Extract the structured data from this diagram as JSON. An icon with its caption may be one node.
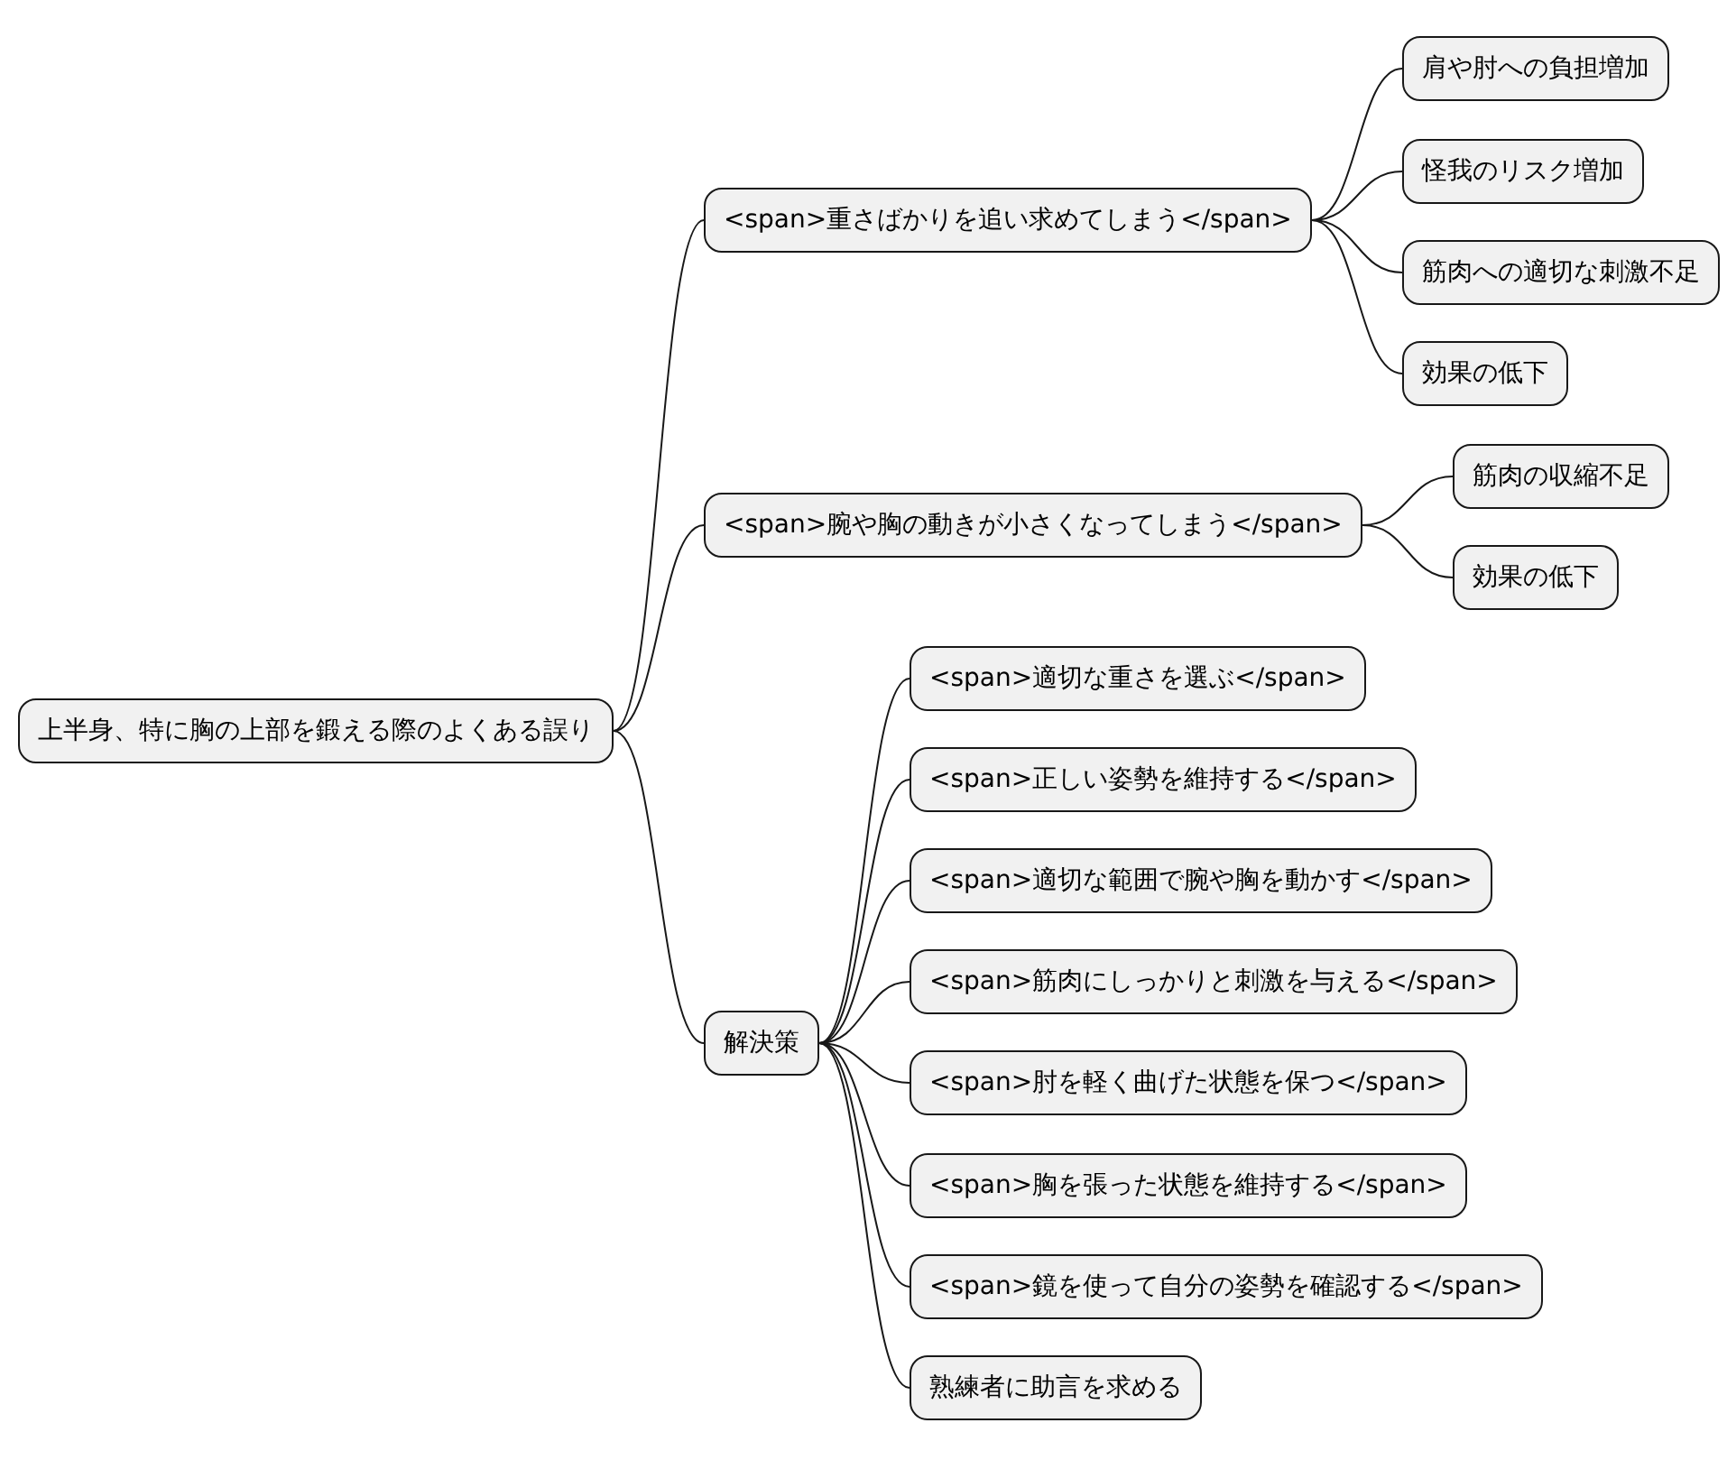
{
  "diagram": {
    "nodes": [
      {
        "text": [
          "上半身、特に胸の上部を鍛える際のよくある誤り"
        ]
      },
      {
        "text": [
          "<span>重さばかりを追い求めてしまう</span>"
        ]
      },
      {
        "text": [
          "肩や肘への負担増加"
        ]
      },
      {
        "text": [
          "怪我のリスク増加"
        ]
      },
      {
        "text": [
          "筋肉への適切な刺激不足"
        ]
      },
      {
        "text": [
          "効果の低下"
        ]
      },
      {
        "text": [
          "<span>腕や胸の動きが小さくなってしまう</span>"
        ]
      },
      {
        "text": [
          "筋肉の収縮不足"
        ]
      },
      {
        "text": [
          "効果の低下"
        ]
      },
      {
        "text": [
          "解決策"
        ]
      },
      {
        "text": [
          "<span>適切な重さを選ぶ</span>"
        ]
      },
      {
        "text": [
          "<span>正しい姿勢を維持する</span>"
        ]
      },
      {
        "text": [
          "<span>適切な範囲で腕や胸を動かす</span>"
        ]
      },
      {
        "text": [
          "<span>筋肉にしっかりと刺激を与える</span>"
        ]
      },
      {
        "text": [
          "<span>肘を軽く曲げた状態を保つ</span>"
        ]
      },
      {
        "text": [
          "<span>胸を張った状態を維持する</span>"
        ]
      },
      {
        "text": [
          "<span>鏡を使って自分の姿勢を確認する</span>"
        ]
      },
      {
        "text": [
          "熟練者に助言を求める"
        ]
      }
    ],
    "edges": [
      {
        "from": 0,
        "to": 1,
        "arrow": "none"
      },
      {
        "from": 1,
        "to": 2,
        "arrow": "none"
      },
      {
        "from": 1,
        "to": 3,
        "arrow": "none"
      },
      {
        "from": 1,
        "to": 4,
        "arrow": "none"
      },
      {
        "from": 1,
        "to": 5,
        "arrow": "none"
      },
      {
        "from": 0,
        "to": 6,
        "arrow": "none"
      },
      {
        "from": 6,
        "to": 7,
        "arrow": "none"
      },
      {
        "from": 6,
        "to": 8,
        "arrow": "none"
      },
      {
        "from": 0,
        "to": 9,
        "arrow": "none"
      },
      {
        "from": 9,
        "to": 10,
        "arrow": "none"
      },
      {
        "from": 9,
        "to": 11,
        "arrow": "none"
      },
      {
        "from": 9,
        "to": 12,
        "arrow": "none"
      },
      {
        "from": 9,
        "to": 13,
        "arrow": "none"
      },
      {
        "from": 9,
        "to": 14,
        "arrow": "none"
      },
      {
        "from": 9,
        "to": 15,
        "arrow": "none"
      },
      {
        "from": 9,
        "to": 16,
        "arrow": "none"
      },
      {
        "from": 9,
        "to": 17,
        "arrow": "none"
      }
    ]
  }
}
